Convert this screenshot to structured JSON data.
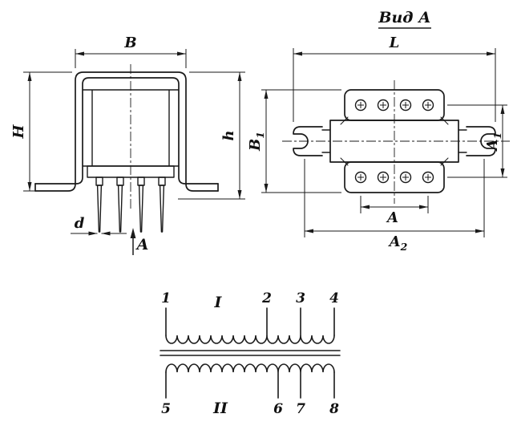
{
  "front_view": {
    "dim_width": "B",
    "dim_height_overall": "H",
    "dim_height_body": "h",
    "dim_pin_diameter": "d",
    "view_arrow_label": "A"
  },
  "top_view": {
    "title": "Вид А",
    "dim_length": "L",
    "dim_b1_main": "B",
    "dim_b1_sub": "1",
    "dim_a1_main": "A",
    "dim_a1_sub": "1",
    "dim_a_pins": "A",
    "dim_a2_main": "A",
    "dim_a2_sub": "2"
  },
  "schematic": {
    "terminals_top": [
      "1",
      "2",
      "3",
      "4"
    ],
    "terminals_bottom": [
      "5",
      "6",
      "7",
      "8"
    ],
    "winding_top_label": "I",
    "winding_bottom_label": "II"
  },
  "colors": {
    "ink": "#1a1a1a",
    "background": "#ffffff"
  }
}
